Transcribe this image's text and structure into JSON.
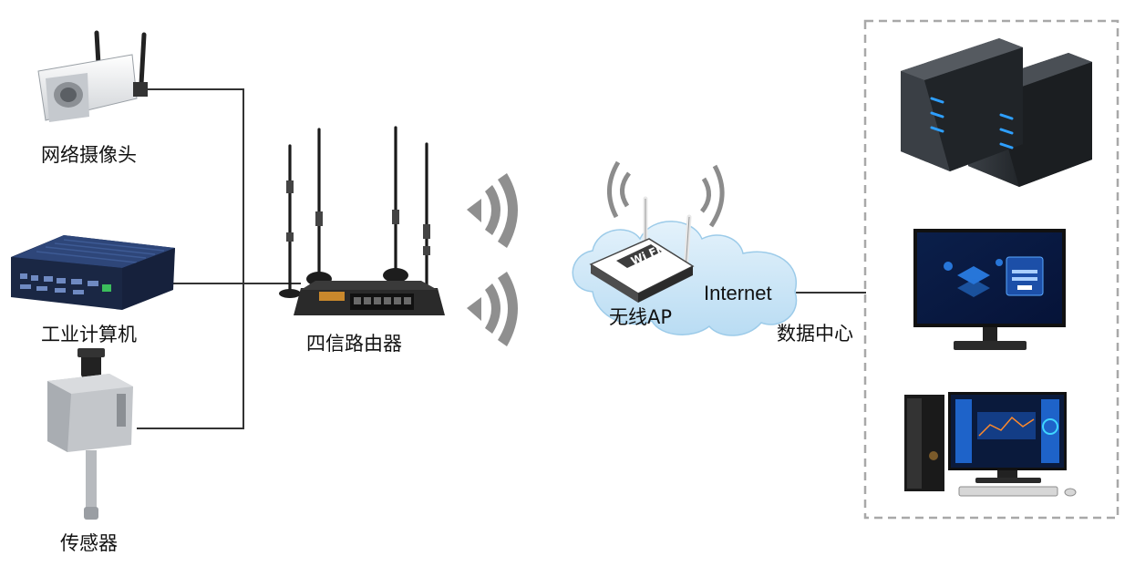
{
  "devices": {
    "camera": {
      "label": "网络摄像头",
      "icon": "ip-camera-icon"
    },
    "ipc": {
      "label": "工业计算机",
      "icon": "industrial-pc-icon"
    },
    "sensor": {
      "label": "传感器",
      "icon": "sensor-icon"
    }
  },
  "router": {
    "label": "四信路由器",
    "icon": "router-icon"
  },
  "wireless": {
    "icon": "wifi-signal-icon"
  },
  "ap": {
    "label": "无线AP",
    "badge": "Wi Fi",
    "icon": "wireless-ap-icon"
  },
  "cloud": {
    "label": "Internet",
    "icon": "cloud-icon"
  },
  "datacenter": {
    "label": "数据中心",
    "items": [
      "server-rack-icon",
      "monitor-icon",
      "workstation-icon"
    ]
  },
  "colors": {
    "line": "#333333",
    "border": "#a8a8a8",
    "cloud": "#cfe7f7",
    "server": "#2f3338",
    "led": "#2e9fff"
  }
}
